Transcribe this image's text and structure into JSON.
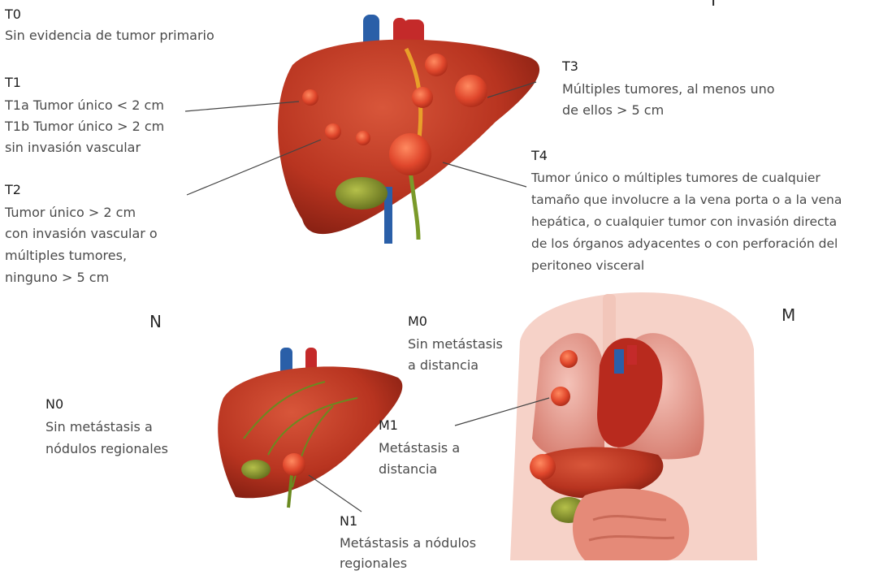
{
  "sections": {
    "t_heading": "T",
    "n_heading": "N",
    "m_heading": "M"
  },
  "t_stages": {
    "t0": {
      "code": "T0",
      "text": "Sin evidencia de tumor primario"
    },
    "t1": {
      "code": "T1",
      "line1": "T1a Tumor único < 2 cm",
      "line2": "T1b Tumor único > 2 cm",
      "line3": "sin invasión vascular"
    },
    "t2": {
      "code": "T2",
      "line1": "Tumor único > 2 cm",
      "line2": "con invasión vascular o",
      "line3": "múltiples tumores,",
      "line4": "ninguno > 5 cm"
    },
    "t3": {
      "code": "T3",
      "line1": "Múltiples tumores, al menos uno",
      "line2": "de ellos > 5 cm"
    },
    "t4": {
      "code": "T4",
      "line1": "Tumor único o múltiples tumores de cualquier",
      "line2": "tamaño que involucre a la vena porta o a la vena",
      "line3": "hepática, o cualquier tumor con invasión directa",
      "line4": "de los órganos adyacentes o con perforación del",
      "line5": "peritoneo visceral"
    }
  },
  "n_stages": {
    "n0": {
      "code": "N0",
      "line1": "Sin metástasis a",
      "line2": "nódulos regionales"
    },
    "n1": {
      "code": "N1",
      "line1": "Metástasis a nódulos",
      "line2": "regionales"
    }
  },
  "m_stages": {
    "m0": {
      "code": "M0",
      "line1": "Sin metástasis",
      "line2": "a distancia"
    },
    "m1": {
      "code": "M1",
      "line1": "Metástasis a",
      "line2": "distancia"
    }
  },
  "colors": {
    "liver": "#b83420",
    "liver_dark": "#7e1c10",
    "tumor": "#e0472c",
    "gallbladder": "#8c9a2a",
    "vein_blue": "#2a5fa8",
    "artery_red": "#c42a2a",
    "lung": "#e89a8e",
    "heart": "#b82a1e",
    "intestine": "#e58a78"
  },
  "icons": [
    "liver-illustration",
    "liver-nodes-illustration",
    "torso-organs-illustration"
  ]
}
